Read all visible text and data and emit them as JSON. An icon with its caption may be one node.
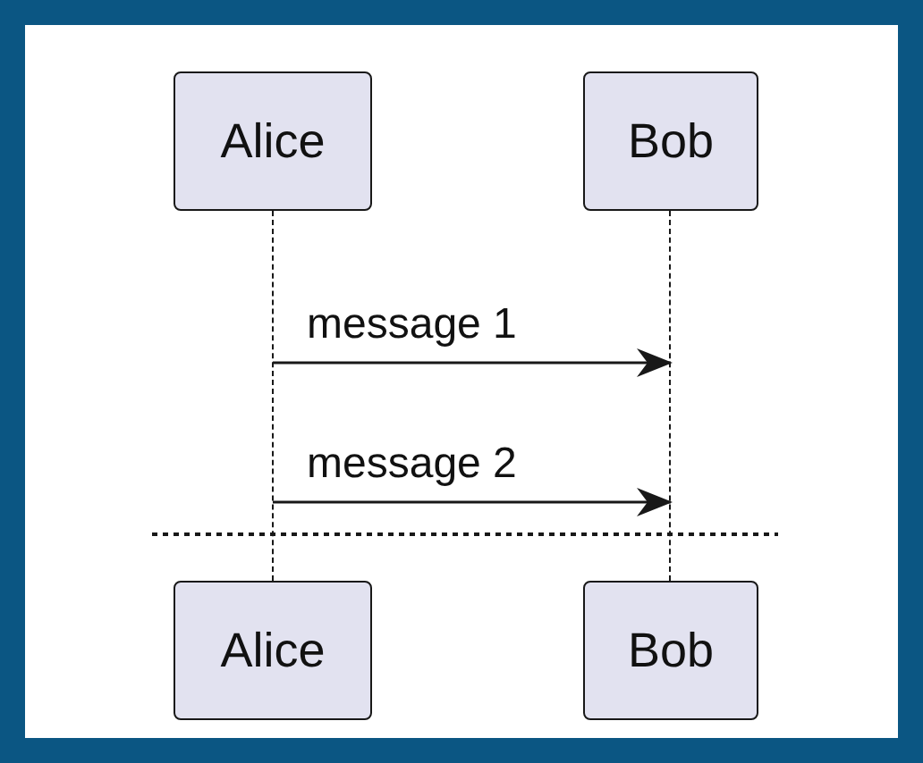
{
  "diagram": {
    "nodes": [
      {
        "text": [
          "Alice"
        ]
      },
      {
        "text": [
          "Bob"
        ]
      },
      {
        "text": [
          "Alice"
        ]
      },
      {
        "text": [
          "Bob"
        ]
      },
      {
        "text": [],
        "shape": "line"
      },
      {
        "text": [],
        "shape": "line"
      }
    ],
    "edges": [
      {
        "from": 4,
        "to": 5,
        "arrow": "to",
        "label": "message 1"
      },
      {
        "from": 4,
        "to": 5,
        "arrow": "to",
        "label": "message 2"
      }
    ]
  }
}
